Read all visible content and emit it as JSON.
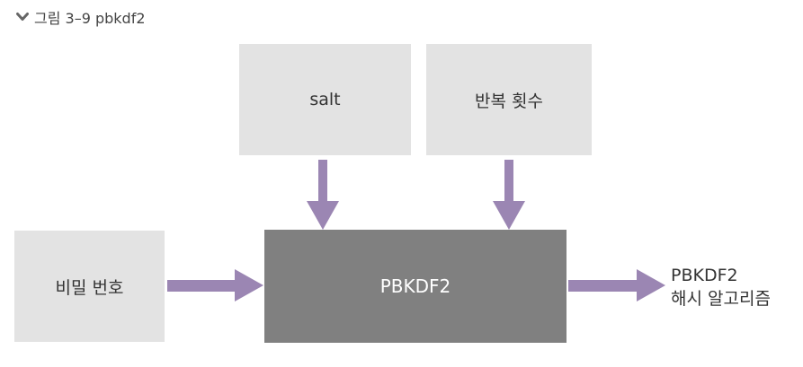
{
  "caption": {
    "icon": "chevron-down-icon",
    "text": "그림 3–9  pbkdf2"
  },
  "nodes": {
    "salt": "salt",
    "iterations": "반복 횟수",
    "password": "비밀 번호",
    "pbkdf2": "PBKDF2"
  },
  "output": {
    "line1": "PBKDF2",
    "line2": "해시 알고리즘"
  },
  "colors": {
    "arrow": "#9b86b3",
    "input_box": "#e3e3e3",
    "core_box": "#808080"
  }
}
